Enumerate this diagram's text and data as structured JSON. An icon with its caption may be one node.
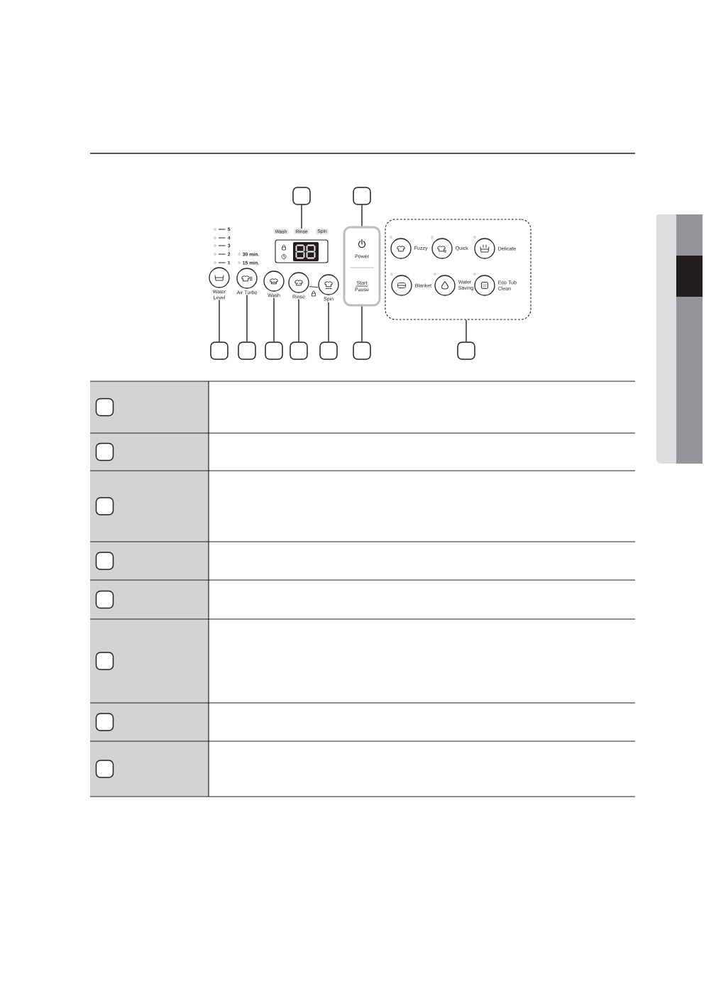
{
  "diagram": {
    "nodes": [
      {
        "text": [],
        "shape": "box"
      },
      {
        "text": [],
        "shape": "box"
      },
      {
        "text": [
          "Wash"
        ]
      },
      {
        "text": [
          "Rinse"
        ]
      },
      {
        "text": [
          "Spin"
        ]
      },
      {
        "text": [
          "Water Level"
        ]
      },
      {
        "text": [
          "Air Turbo"
        ]
      },
      {
        "text": [
          "Wash"
        ]
      },
      {
        "text": [
          "Rinse"
        ]
      },
      {
        "text": [
          "Spin"
        ]
      },
      {
        "text": [
          "Power",
          "Start Pause"
        ]
      },
      {
        "text": [],
        "shape": "box"
      },
      {
        "text": [
          "Fuzzy"
        ],
        "in": 11
      },
      {
        "text": [
          "Quick"
        ],
        "in": 11
      },
      {
        "text": [
          "Delicate"
        ],
        "in": 11
      },
      {
        "text": [
          "Blanket"
        ],
        "in": 11
      },
      {
        "text": [
          "Water Saving"
        ],
        "in": 11
      },
      {
        "text": [
          "Eco Tub Clean"
        ],
        "in": 11
      },
      {
        "text": [],
        "shape": "box"
      },
      {
        "text": [],
        "shape": "box"
      },
      {
        "text": [],
        "shape": "box"
      },
      {
        "text": [],
        "shape": "box"
      },
      {
        "text": [],
        "shape": "box"
      },
      {
        "text": [],
        "shape": "box"
      },
      {
        "text": [],
        "shape": "box"
      },
      {
        "text": [],
        "shape": "box"
      },
      {
        "text": [],
        "shape": "box"
      },
      {
        "text": [],
        "shape": "box"
      },
      {
        "text": [],
        "shape": "box"
      },
      {
        "text": [],
        "shape": "box"
      },
      {
        "text": [],
        "shape": "box"
      },
      {
        "text": [],
        "shape": "box"
      },
      {
        "text": [],
        "shape": "box"
      }
    ],
    "edges": [
      {
        "from": 0,
        "to": 3,
        "arrow": "none"
      },
      {
        "from": 1,
        "to": 10,
        "arrow": "none"
      },
      {
        "from": 8,
        "to": 9,
        "arrow": "none"
      },
      {
        "from": 18,
        "to": 5,
        "arrow": "none"
      },
      {
        "from": 19,
        "to": 6,
        "arrow": "none"
      },
      {
        "from": 20,
        "to": 7,
        "arrow": "none"
      },
      {
        "from": 21,
        "to": 8,
        "arrow": "none"
      },
      {
        "from": 22,
        "to": 9,
        "arrow": "none"
      },
      {
        "from": 23,
        "to": 10,
        "arrow": "none"
      },
      {
        "from": 24,
        "to": 11,
        "arrow": "none"
      }
    ],
    "labels": [
      "5",
      "4",
      "3",
      "2",
      "30 min.",
      "1",
      "15 min."
    ]
  }
}
